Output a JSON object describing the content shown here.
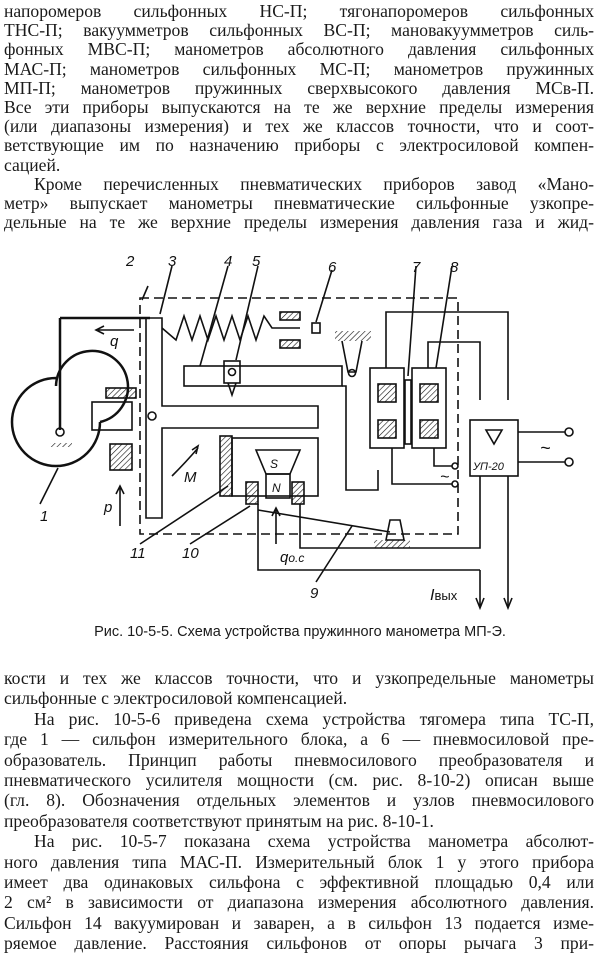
{
  "top_text": {
    "lines": [
      "напоромеров сильфонных НС-П; тягонапоромеров сильфонных",
      "ТНС-П; вакуумметров сильфонных ВС-П; мановакуумметров силь-",
      "фонных МВС-П; манометров абсолютного давления сильфонных",
      "МАС-П; манометров сильфонных МС-П; манометров пружинных",
      "МП-П; манометров пружинных сверхвысокого давления МСв-П.",
      "Все эти приборы выпускаются на те же верхние пределы измерения",
      "(или диапазоны измерения) и тех же классов точности, что и соот-",
      "ветствующие им по назначению приборы с электросиловой компен-",
      "сацией.",
      "Кроме перечисленных пневматических приборов завод «Мано-",
      "метр» выпускает манометры пневматические сильфонные узкопре-",
      "дельные на те же верхние пределы измерения давления газа и жид-"
    ]
  },
  "figure": {
    "labels": {
      "l1": "1",
      "l2": "2",
      "l3": "3",
      "l4": "4",
      "l5": "5",
      "l6": "6",
      "l7": "7",
      "l8": "8",
      "l9": "9",
      "l10": "10",
      "l11": "11",
      "q": "q",
      "p": "p",
      "M": "M",
      "q_os": "q",
      "q_os_sub": "о.с",
      "S": "S",
      "N": "N",
      "amplifier": "УП-20",
      "ac": "~",
      "ac2": "~",
      "i_out": "I",
      "i_out_sub": "вых"
    },
    "caption": "Рис. 10-5-5. Схема устройства пружинного манометра МП-Э."
  },
  "bottom_text": {
    "lines": [
      "кости и тех же классов точности, что и узкопредельные манометры",
      "сильфонные с электросиловой компенсацией.",
      "На рис. 10-5-6 приведена схема устройства тягомера типа ТС-П,",
      "где 1 — сильфон измерительного блока, а 6 — пневмосиловой пре-",
      "образователь. Принцип работы пневмосилового преобразователя и",
      "пневматического усилителя мощности (см. рис. 8-10-2) описан выше",
      "(гл. 8). Обозначения отдельных элементов и узлов пневмосилового",
      "преобразователя соответствуют принятым на рис. 8-10-1.",
      "На рис. 10-5-7 показана схема устройства манометра абсолют-",
      "ного давления типа МАС-П. Измерительный блок 1 у этого прибора",
      "имеет два одинаковых сильфона с эффективной площадью 0,4 или",
      "2 см² в зависимости от диапазона измерения абсолютного давления.",
      "Сильфон 14 вакуумирован и заварен, а в сильфон 13 подается изме-",
      "ряемое давление. Расстояния сильфонов от опоры рычага 3 при-"
    ]
  }
}
